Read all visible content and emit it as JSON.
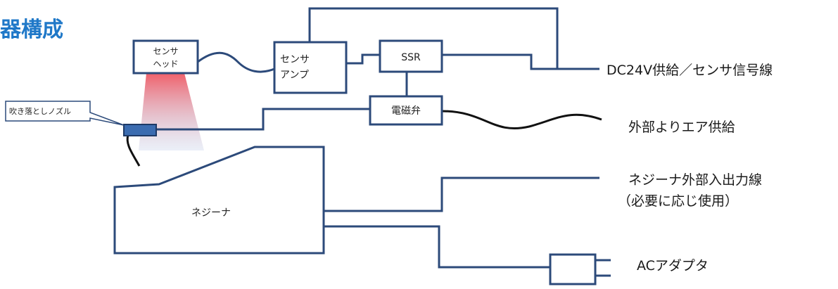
{
  "title": "器構成",
  "components": {
    "sensor_head": [
      "センサ",
      "ヘッド"
    ],
    "sensor_amp": [
      "センサ",
      "アンプ"
    ],
    "ssr": "SSR",
    "solenoid_valve": "電磁弁",
    "nozzle": "吹き落としノズル",
    "screw_feeder": "ネジーナ"
  },
  "line_labels": {
    "dc24v": "DC24V供給／センサ信号線",
    "air": "外部よりエア供給",
    "io_line": "ネジーナ外部入出力線",
    "io_note": "（必要に応じ使用）",
    "ac_adapter": "ACアダプタ"
  },
  "colors": {
    "title": "#1f78c8",
    "line": "#2c4a7a",
    "beam_top": "#f0606a",
    "beam_bottom": "#c6d2ea"
  }
}
